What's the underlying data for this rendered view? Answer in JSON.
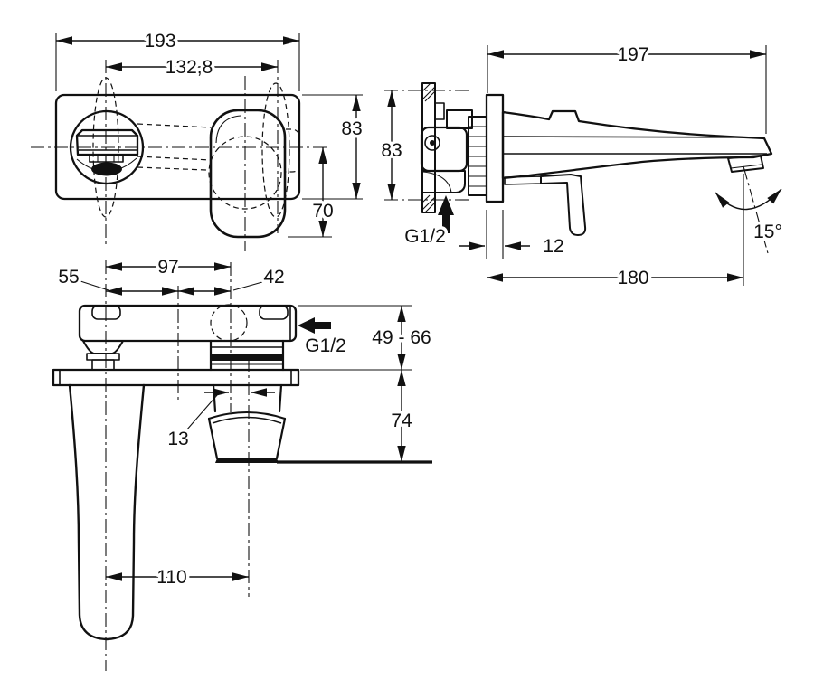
{
  "colors": {
    "line": "#111111",
    "background": "#ffffff"
  },
  "views": {
    "front": {
      "overall_width": "193",
      "hole_spacing": "132,8",
      "plate_height": "83",
      "handle_below_center": "70"
    },
    "side": {
      "total_projection": "197",
      "rough_in_height": "83",
      "inlet_thread": "G1/2",
      "plate_thickness": "12",
      "spout_reach": "180",
      "spout_angle": "15°"
    },
    "bottom": {
      "spout_offset": "55",
      "center_distance": "97",
      "handle_offset": "42",
      "outlet_thread": "G1/2",
      "wall_depth_range": "49 - 66",
      "handle_height": "74",
      "aerator_offset": "13",
      "spout_to_handle": "110"
    }
  }
}
